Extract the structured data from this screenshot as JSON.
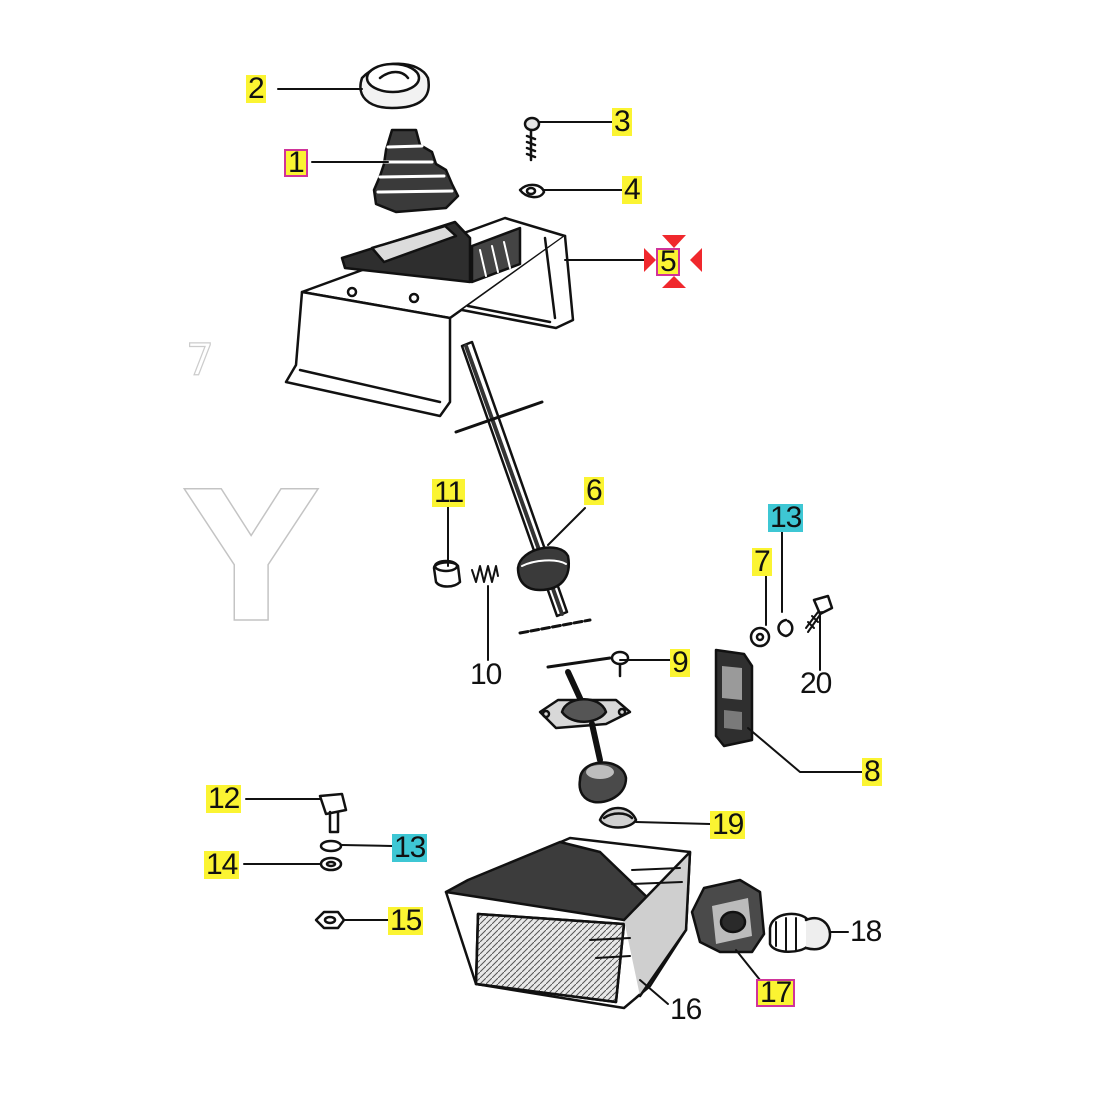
{
  "diagram": {
    "callouts": [
      {
        "id": "c2",
        "label": "2",
        "style": "yellow"
      },
      {
        "id": "c1",
        "label": "1",
        "style": "box"
      },
      {
        "id": "c3",
        "label": "3",
        "style": "yellow"
      },
      {
        "id": "c4",
        "label": "4",
        "style": "yellow"
      },
      {
        "id": "c5",
        "label": "5",
        "style": "selected"
      },
      {
        "id": "c6",
        "label": "6",
        "style": "yellow"
      },
      {
        "id": "c11",
        "label": "11",
        "style": "yellow"
      },
      {
        "id": "c13a",
        "label": "13",
        "style": "cyan"
      },
      {
        "id": "c7",
        "label": "7",
        "style": "yellow"
      },
      {
        "id": "c10",
        "label": "10",
        "style": "plain"
      },
      {
        "id": "c9",
        "label": "9",
        "style": "yellow"
      },
      {
        "id": "c20",
        "label": "20",
        "style": "plain"
      },
      {
        "id": "c8",
        "label": "8",
        "style": "yellow"
      },
      {
        "id": "c12",
        "label": "12",
        "style": "yellow"
      },
      {
        "id": "c19",
        "label": "19",
        "style": "yellow"
      },
      {
        "id": "c13b",
        "label": "13",
        "style": "cyan"
      },
      {
        "id": "c14",
        "label": "14",
        "style": "yellow"
      },
      {
        "id": "c15",
        "label": "15",
        "style": "yellow"
      },
      {
        "id": "c18",
        "label": "18",
        "style": "plain"
      },
      {
        "id": "c17",
        "label": "17",
        "style": "yellow-box"
      },
      {
        "id": "c16",
        "label": "16",
        "style": "plain"
      }
    ],
    "colors": {
      "ink": "#111111",
      "highlight_yellow": "#fbf432",
      "highlight_cyan": "#3ec7d4",
      "box_magenta": "#d0339a",
      "selection_red": "#f0282d"
    },
    "watermark": {
      "glyphs": [
        "7",
        "Y"
      ]
    }
  }
}
